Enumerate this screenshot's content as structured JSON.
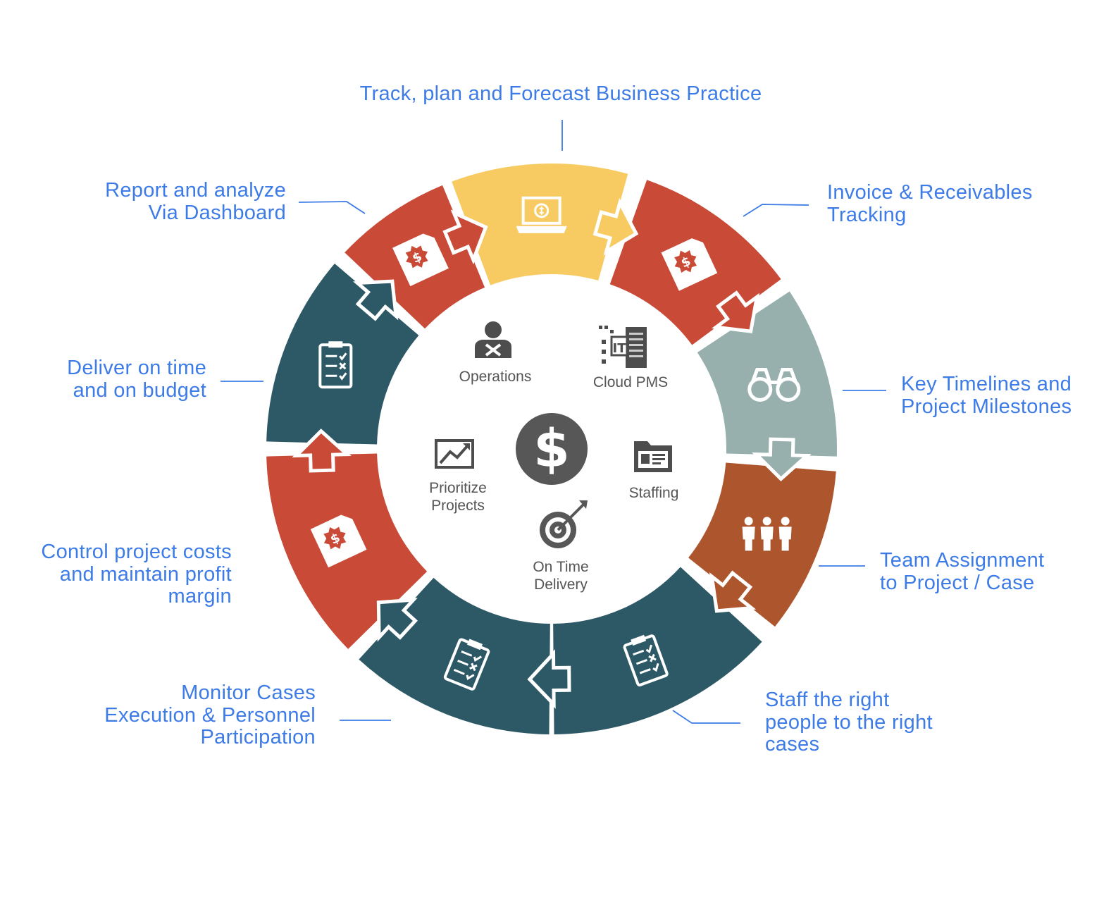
{
  "center_icon": "dollar-icon",
  "segments": [
    {
      "id": "track",
      "color": "#f7cb62",
      "icon": "laptop-dollar-icon"
    },
    {
      "id": "invoice",
      "color": "#c84a37",
      "icon": "dollar-document-icon"
    },
    {
      "id": "timeline",
      "color": "#97b0ae",
      "icon": "binoculars-icon"
    },
    {
      "id": "team",
      "color": "#ad552d",
      "icon": "team-icon"
    },
    {
      "id": "staff",
      "color": "#2d5866",
      "icon": "clipboard-icon"
    },
    {
      "id": "monitor",
      "color": "#2d5866",
      "icon": "clipboard-icon"
    },
    {
      "id": "control",
      "color": "#c84a37",
      "icon": "dollar-document-icon"
    },
    {
      "id": "deliver",
      "color": "#2d5866",
      "icon": "clipboard-icon"
    },
    {
      "id": "report",
      "color": "#c84a37",
      "icon": "dollar-document-icon"
    }
  ],
  "outer_labels": {
    "track": [
      "Track, plan and Forecast Business Practice"
    ],
    "invoice": [
      "Invoice & Receivables",
      "Tracking"
    ],
    "timeline": [
      "Key Timelines and",
      "Project Milestones"
    ],
    "team": [
      "Team Assignment",
      "to Project / Case"
    ],
    "staff": [
      "Staff the right",
      "people to the right",
      "cases"
    ],
    "monitor": [
      "Monitor Cases",
      "Execution & Personnel",
      "Participation"
    ],
    "control": [
      "Control project costs",
      "and maintain profit",
      "margin"
    ],
    "deliver": [
      "Deliver on time",
      "and on budget"
    ],
    "report": [
      "Report and analyze",
      "Via Dashboard"
    ]
  },
  "inner_items": {
    "operations": {
      "lines": [
        "Operations"
      ],
      "icon": "operator-icon"
    },
    "cloud": {
      "lines": [
        "Cloud PMS"
      ],
      "icon": "it-server-icon"
    },
    "staffing": {
      "lines": [
        "Staffing"
      ],
      "icon": "id-folder-icon"
    },
    "delivery": {
      "lines": [
        "On Time",
        "Delivery"
      ],
      "icon": "target-icon"
    },
    "prioritize": {
      "lines": [
        "Prioritize",
        "Projects"
      ],
      "icon": "trend-chart-icon"
    }
  }
}
